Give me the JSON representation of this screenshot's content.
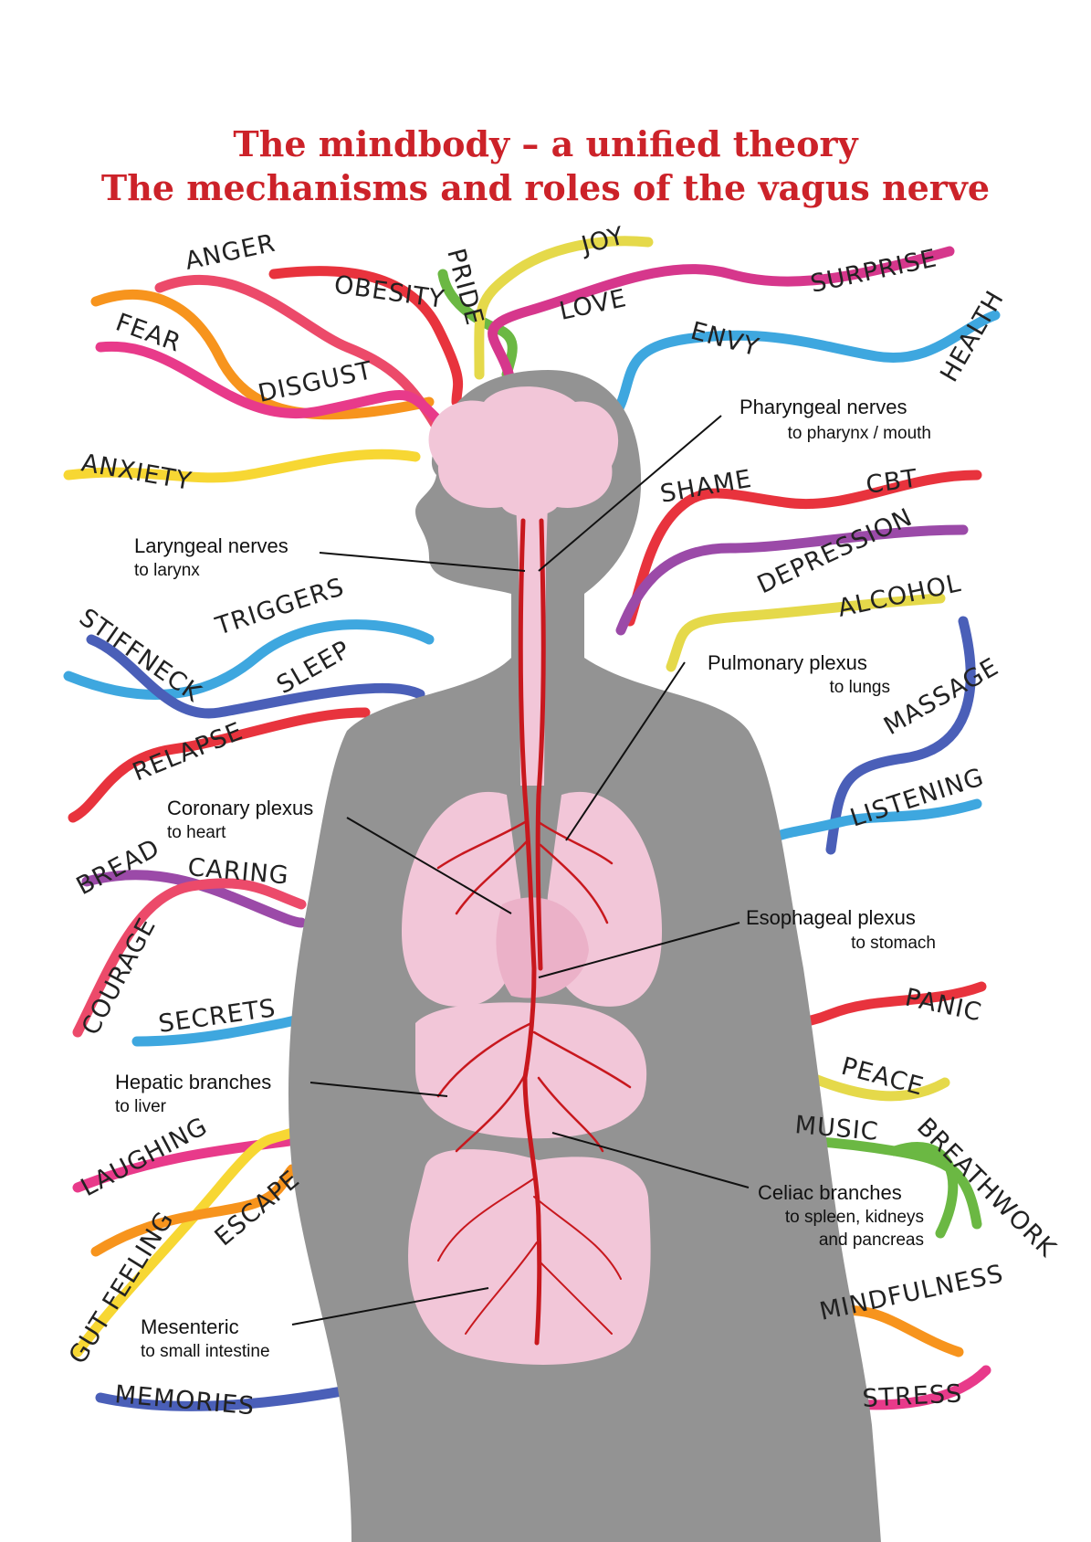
{
  "title": {
    "line1": "The mindbody – a unified theory",
    "line2": "The mechanisms and roles of the vagus nerve"
  },
  "colors": {
    "title": "#cc2229",
    "silhouette": "#939393",
    "organ": "#f2c6d8",
    "nerve": "#c8181e"
  },
  "words": {
    "anger": "ANGER",
    "fear": "FEAR",
    "obesity": "OBESITY",
    "disgust": "DISGUST",
    "pride": "PRIDE",
    "joy": "JOY",
    "love": "LOVE",
    "surprise": "SURPRISE",
    "envy": "ENVY",
    "health": "HEALTH",
    "anxiety": "ANXIETY",
    "shame": "SHAME",
    "cbt": "CBT",
    "depression": "DEPRESSION",
    "alcohol": "ALCOHOL",
    "stiffneck": "STIFFNECK",
    "triggers": "TRIGGERS",
    "sleep": "SLEEP",
    "massage": "MASSAGE",
    "relapse": "RELAPSE",
    "listening": "LISTENING",
    "bread": "BREAD",
    "caring": "CARING",
    "courage": "COURAGE",
    "secrets": "SECRETS",
    "panic": "PANIC",
    "peace": "PEACE",
    "music": "MUSIC",
    "breathwork": "BREATHWORK",
    "laughing": "LAUGHING",
    "escape": "ESCAPE",
    "gutfeeling": "GUT FEELING",
    "mindfulness": "MINDFULNESS",
    "memories": "MEMORIES",
    "stress": "STRESS"
  },
  "labels": {
    "pharyngeal": {
      "name": "Pharyngeal nerves",
      "target": "to pharynx / mouth"
    },
    "laryngeal": {
      "name": "Laryngeal nerves",
      "target": "to larynx"
    },
    "pulmonary": {
      "name": "Pulmonary plexus",
      "target": "to lungs"
    },
    "coronary": {
      "name": "Coronary plexus",
      "target": "to heart"
    },
    "esophageal": {
      "name": "Esophageal plexus",
      "target": "to stomach"
    },
    "hepatic": {
      "name": "Hepatic branches",
      "target": "to liver"
    },
    "celiac": {
      "name": "Celiac branches",
      "target1": "to spleen, kidneys",
      "target2": "and pancreas"
    },
    "mesenteric": {
      "name": "Mesenteric",
      "target": "to small intestine"
    }
  }
}
